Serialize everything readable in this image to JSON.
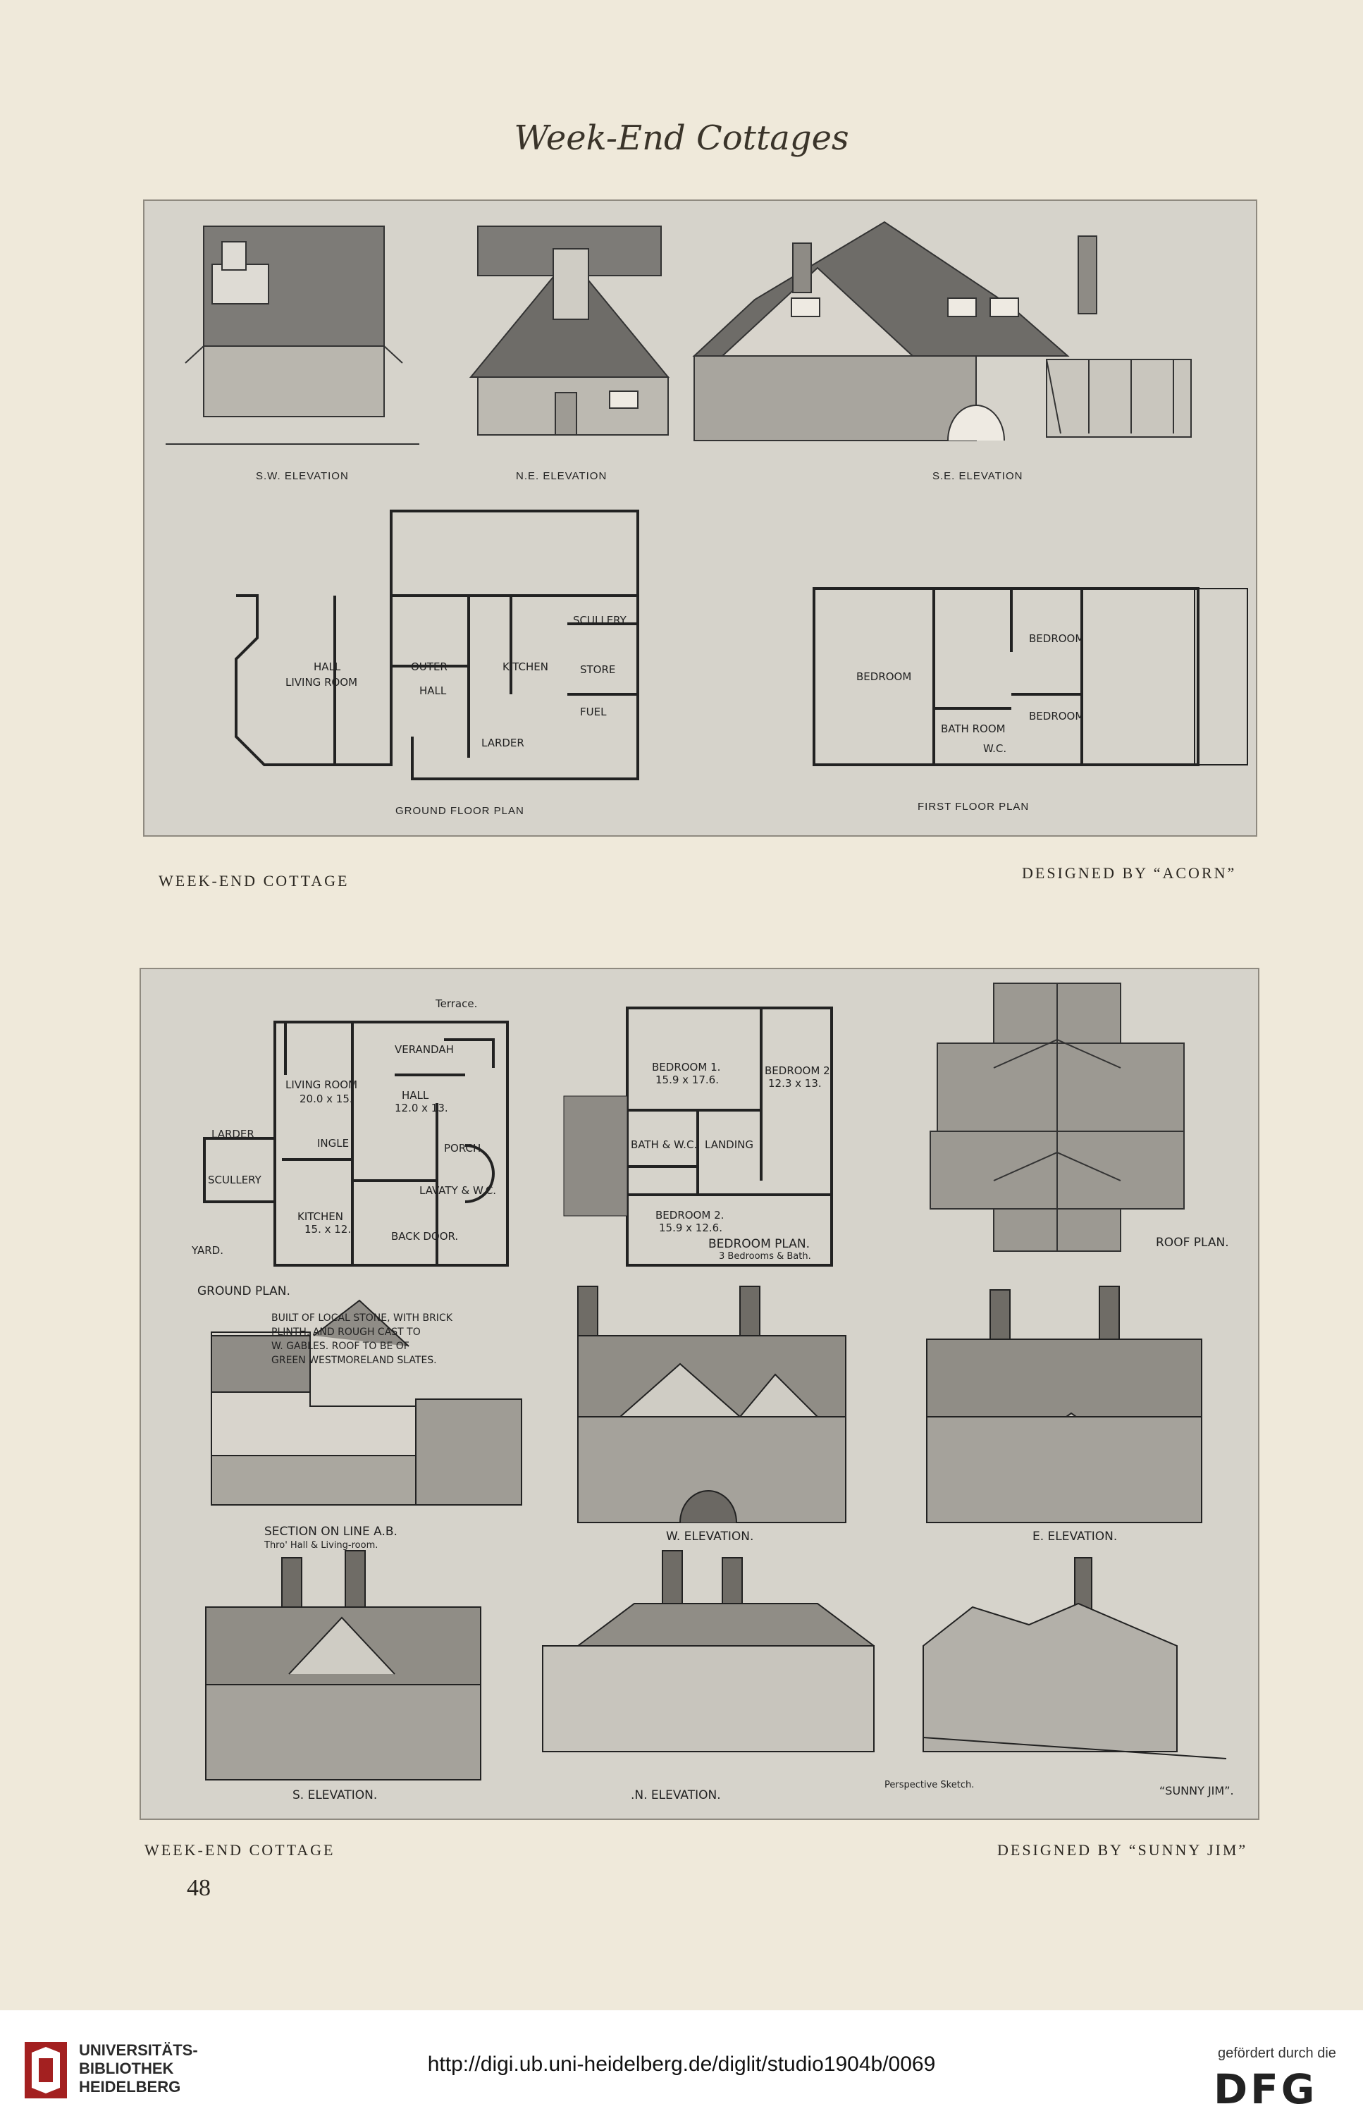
{
  "page": {
    "running_title": "Week-End Cottages",
    "page_number": "48"
  },
  "plate1": {
    "labels": {
      "sw": "S.W. ELEVATION",
      "ne": "N.E. ELEVATION",
      "se": "S.E. ELEVATION",
      "ground": "GROUND FLOOR PLAN",
      "first": "FIRST FLOOR PLAN"
    },
    "rooms": {
      "hall_living": "HALL",
      "living_room": "LIVING ROOM",
      "outer_hall": "OUTER",
      "hall": "HALL",
      "kitchen": "KITCHEN",
      "scullery": "SCULLERY",
      "store": "STORE",
      "fuel": "FUEL",
      "larder": "LARDER",
      "bedroom1": "BEDROOM",
      "bedroom2": "BEDROOM",
      "bedroom3": "BEDROOM",
      "bathroom": "BATH ROOM",
      "wc": "W.C."
    },
    "caption_left": "WEEK-END COTTAGE",
    "caption_right": "DESIGNED BY “ACORN”"
  },
  "plate2": {
    "labels": {
      "ground": "GROUND PLAN.",
      "bedroom_plan": "BEDROOM PLAN.",
      "bedroom_sub": "3 Bedrooms & Bath.",
      "roof": "ROOF PLAN.",
      "section": "SECTION ON LINE A.B.",
      "section_sub": "Thro' Hall & Living-room.",
      "w_elev": "W. ELEVATION.",
      "e_elev": "E. ELEVATION.",
      "s_elev": "S. ELEVATION.",
      "n_elev": ".N. ELEVATION.",
      "perspective": "Perspective Sketch.",
      "signature": "“SUNNY JIM”."
    },
    "rooms": {
      "terrace": "Terrace.",
      "verandah": "VERANDAH",
      "living": "LIVING ROOM",
      "living_dim": "20.0 x 15.",
      "hall": "HALL",
      "hall_dim": "12.0 x 13.",
      "ingle": "INGLE",
      "larder": "LARDER",
      "scullery": "SCULLERY",
      "kitchen": "KITCHEN",
      "kitchen_dim": "15. x 12.",
      "porch": "PORCH",
      "lavatory": "LAVATY & W.C.",
      "back_door": "BACK DOOR.",
      "yard": "YARD.",
      "bed1": "BEDROOM 1.",
      "bed1_dim": "15.9 x 17.6.",
      "bed2": "BEDROOM 2.",
      "bed2_dim": "12.3 x 13.",
      "bed3": "BEDROOM 2.",
      "bed3_dim": "15.9 x 12.6.",
      "bath": "BATH & W.C.",
      "landing": "LANDING"
    },
    "note": [
      "BUILT OF LOCAL STONE, WITH BRICK",
      "PLINTH, AND ROUGH CAST TO",
      "W. GABLES. ROOF TO BE OF",
      "GREEN WESTMORELAND SLATES."
    ],
    "caption_left": "WEEK-END COTTAGE",
    "caption_right": "DESIGNED BY “SUNNY JIM”"
  },
  "footer": {
    "institution": [
      "UNIVERSITÄTS-",
      "BIBLIOTHEK",
      "HEIDELBERG"
    ],
    "url": "http://digi.ub.uni-heidelberg.de/diglit/studio1904b/0069",
    "funded_by": "gefördert durch die",
    "funder": "DFG"
  }
}
